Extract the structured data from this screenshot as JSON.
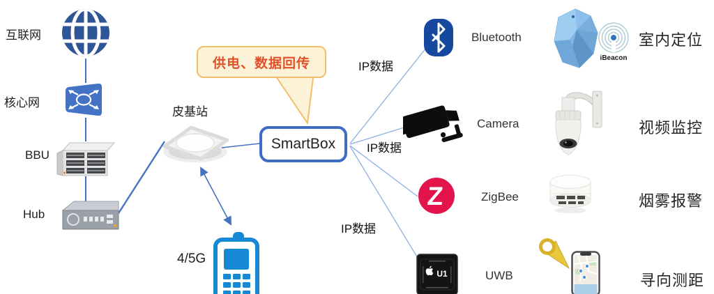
{
  "left_chain": {
    "internet": {
      "label": "互联网",
      "icon": "globe-icon"
    },
    "core_network": {
      "label": "核心网",
      "icon": "core-router-icon"
    },
    "bbu": {
      "label": "BBU",
      "icon": "bbu-server-icon"
    },
    "hub": {
      "label": "Hub",
      "icon": "hub-device-icon"
    }
  },
  "pico_station": {
    "label": "皮基站"
  },
  "smartbox": {
    "label": "SmartBox"
  },
  "callout": {
    "text": "供电、数据回传"
  },
  "mobile": {
    "label": "4/5G"
  },
  "links": {
    "ip_label_top": "IP数据",
    "ip_label_mid": "IP数据",
    "ip_label_bottom": "IP数据"
  },
  "protocols": {
    "bluetooth": {
      "label": "Bluetooth"
    },
    "camera": {
      "label": "Camera"
    },
    "zigbee": {
      "label": "ZigBee",
      "logo_letter": "Z"
    },
    "uwb": {
      "label": "UWB",
      "chip_text": "U1"
    }
  },
  "applications": {
    "indoor_positioning": {
      "label": "室内定位",
      "badge": "iBeacon"
    },
    "video_surveillance": {
      "label": "视频监控"
    },
    "smoke_alarm": {
      "label": "烟雾报警"
    },
    "ranging": {
      "label": "寻向测距"
    }
  },
  "colors": {
    "line_blue": "#4472C4",
    "fan_line_blue": "#8FAFE0",
    "smartbox_border": "#3E6CC4",
    "callout_fill": "#FCF2D8",
    "callout_border": "#F2BE6B",
    "callout_text": "#E2502A",
    "globe_blue": "#2E5596",
    "bluetooth_blue": "#15489E",
    "zigbee_red": "#E3134B",
    "phone_blue": "#1789D4"
  }
}
